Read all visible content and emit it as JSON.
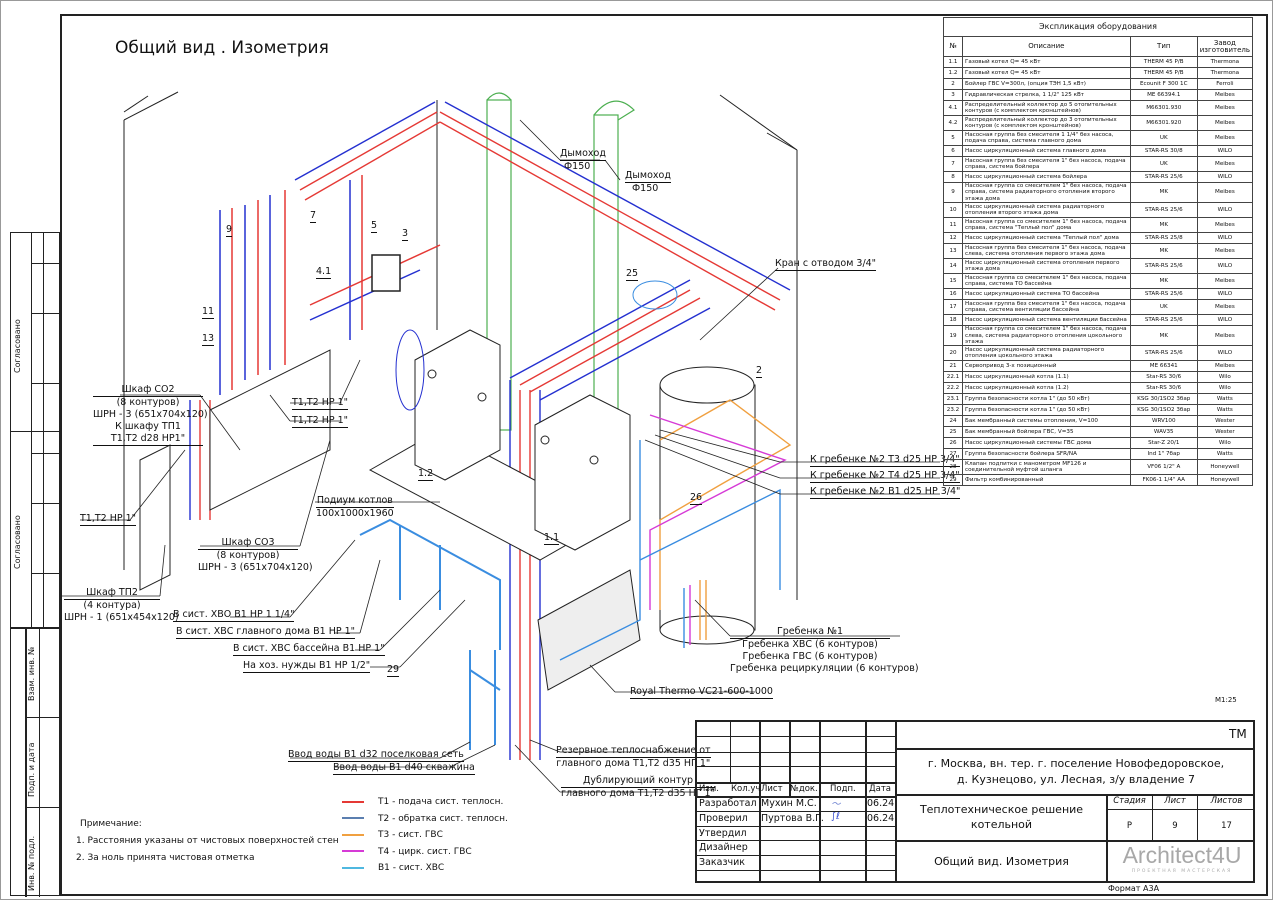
{
  "drawing": {
    "title": "Общий вид . Изометрия",
    "scale": "M1:25",
    "callouts": {
      "chimney_1": {
        "label": "Дымоход",
        "size": "Ф150"
      },
      "chimney_2": {
        "label": "Дымоход",
        "size": "Ф150"
      },
      "tap": "Кран с отводом 3/4\"",
      "cabinet_co2": [
        "Шкаф СО2",
        "(8 контуров)",
        "ШРН - 3 (651х704х120)"
      ],
      "to_cabinet_tp1": [
        "К шкафу ТП1",
        "Т1,Т2 d28 НР1\""
      ],
      "t1t2_a": "Т1,Т2 НР 1\"",
      "t1t2_b": "Т1,Т2 НР 1\"",
      "t1t2_c": "Т1,Т2 НР 1\"",
      "cabinet_co3": [
        "Шкаф СО3",
        "(8 контуров)",
        "ШРН - 3 (651х704х120)"
      ],
      "cabinet_tp2": [
        "Шкаф ТП2",
        "(4 контура)",
        "ШРН - 1 (651х454х120)"
      ],
      "podium": [
        "Подиум котлов",
        "100х1000х1960"
      ],
      "xvo": "В сист. ХВО В1 НР 1 1/4\"",
      "xvs_main": "В сист. ХВС главного дома В1 НР 1\"",
      "xvs_pool": "В сист. ХВС бассейна В1 НР 1\"",
      "household": "На хоз. нужды В1 НР 1/2\"",
      "water_in_1": "Ввод воды В1 d32 поселковая сеть",
      "water_in_2": "Ввод воды В1 d40 скважина",
      "reserve": [
        "Резервное теплоснабжение от",
        "главного дома Т1,Т2 d35 НГ 1\""
      ],
      "duplicate": [
        "Дублирующий контур",
        "главного дома Т1,Т2 d35 НГ 1\""
      ],
      "royal": "Royal Thermo VC21-600-1000",
      "manifold": [
        "Гребенка №1",
        "Гребенка ХВС (6 контуров)",
        "Гребенка ГВС (6 контуров)",
        "Гребенка рециркуляции (6 контуров)"
      ],
      "to_manifold_t3": "К гребенке №2 Т3 d25 НР 3/4\"",
      "to_manifold_t4": "К гребенке №2 Т4 d25 НР 3/4\"",
      "to_manifold_b1": "К гребенке №2 В1 d25 НР 3/4\"",
      "positions": [
        "9",
        "7",
        "5",
        "3",
        "4.1",
        "11",
        "13",
        "25",
        "2",
        "1.2",
        "1.1",
        "26",
        "29"
      ]
    }
  },
  "equipment": {
    "caption": "Экспликация оборудования",
    "headers": [
      "№",
      "Описание",
      "Тип",
      "Завод изготовитель"
    ],
    "rows": [
      [
        "1.1",
        "Газовый котел Q= 45 кВт",
        "THERM 45 P/B",
        "Thermona"
      ],
      [
        "1.2",
        "Газовый котел Q= 45 кВт",
        "THERM 45 P/B",
        "Thermona"
      ],
      [
        "2",
        "Бойлер ГВС V=300л, (опция ТЭН 1,5 кВт)",
        "Ecounit F 300 1C",
        "Ferroli"
      ],
      [
        "3",
        "Гидравлическая стрелка, 1 1/2\" 125 кВт",
        "ME 66394.1",
        "Meibes"
      ],
      [
        "4.1",
        "Распределительный коллектор до 5 отопительных контуров (с комплектом кронштейнов)",
        "M66301.930",
        "Meibes"
      ],
      [
        "4.2",
        "Распределительный коллектор до 3 отопительных контуров (с комплектом кронштейнов)",
        "M66301.920",
        "Meibes"
      ],
      [
        "5",
        "Насосная группа без смесителя 1 1/4\" без насоса, подача справа, система главного дома",
        "UK",
        "Meibes"
      ],
      [
        "6",
        "Насос циркуляционный система главного дома",
        "STAR-RS 30/8",
        "WILO"
      ],
      [
        "7",
        "Насосная группа без смесителя 1\" без насоса, подача справа, система бойлера",
        "UK",
        "Meibes"
      ],
      [
        "8",
        "Насос циркуляционный система бойлера",
        "STAR-RS 25/6",
        "WILO"
      ],
      [
        "9",
        "Насосная группа со смесителем 1\" без насоса, подача справа, система радиаторного отопления второго этажа дома",
        "MK",
        "Meibes"
      ],
      [
        "10",
        "Насос циркуляционный система радиаторного отопления второго этажа дома",
        "STAR-RS 25/6",
        "WILO"
      ],
      [
        "11",
        "Насосная группа со смесителем 1\" без насоса, подача справа, система \"Теплый пол\" дома",
        "MK",
        "Meibes"
      ],
      [
        "12",
        "Насос циркуляционный система \"Теплый пол\" дома",
        "STAR-RS 25/8",
        "WILO"
      ],
      [
        "13",
        "Насосная группа без смесителя 1\" без насоса, подача слева, система отопления первого этажа дома",
        "MK",
        "Meibes"
      ],
      [
        "14",
        "Насос циркуляционный система отопления первого этажа дома",
        "STAR-RS 25/6",
        "WILO"
      ],
      [
        "15",
        "Насосная группа со смесителем 1\" без насоса, подача справа, система ТО бассейна",
        "MK",
        "Meibes"
      ],
      [
        "16",
        "Насос циркуляционный система ТО бассейна",
        "STAR-RS 25/6",
        "WILO"
      ],
      [
        "17",
        "Насосная группа без смесителя 1\" без насоса, подача справа, система вентиляции бассейна",
        "UK",
        "Meibes"
      ],
      [
        "18",
        "Насос циркуляционный система вентиляции бассейна",
        "STAR-RS 25/6",
        "WILO"
      ],
      [
        "19",
        "Насосная группа со смесителем 1\" без насоса, подача слева, система радиаторного отопления цокольного этажа",
        "MK",
        "Meibes"
      ],
      [
        "20",
        "Насос циркуляционный система радиаторного отопления цокольного этажа",
        "STAR-RS 25/6",
        "WILO"
      ],
      [
        "21",
        "Сервопривод 3-х позиционный",
        "ME 66341",
        "Meibes"
      ],
      [
        "22.1",
        "Насос циркуляционный котла (1.1)",
        "Star-RS 30/6",
        "Wilo"
      ],
      [
        "22.2",
        "Насос циркуляционный котла (1.2)",
        "Star-RS 30/6",
        "Wilo"
      ],
      [
        "23.1",
        "Группа безопасности котла 1\" (до 50 кВт)",
        "KSG 30/1SO2 3бар",
        "Watts"
      ],
      [
        "23.2",
        "Группа безопасности котла 1\" (до 50 кВт)",
        "KSG 30/1SO2 3бар",
        "Watts"
      ],
      [
        "24",
        "Бак мембранный системы отопления, V=100",
        "WRV100",
        "Wester"
      ],
      [
        "25",
        "Бак мембранный бойлера ГВС, V=35",
        "WAV35",
        "Wester"
      ],
      [
        "26",
        "Насос циркуляционный системы ГВС дома",
        "Star-Z 20/1",
        "Wilo"
      ],
      [
        "27",
        "Группа безопасности бойлера SFR/NA",
        "Ind 1\" 7бар",
        "Watts"
      ],
      [
        "28",
        "Клапан подпитки с манометром MF126 и соединительной муфтой шланга",
        "VF06 1/2\" A",
        "Honeywell"
      ],
      [
        "29",
        "Фильтр комбинированный",
        "FK06-1 1/4\" AA",
        "Honeywell"
      ]
    ]
  },
  "notes": {
    "heading": "Примечание:",
    "items": [
      "1. Расстояния указаны от чистовых поверхностей стен",
      "2. За ноль принята чистовая отметка"
    ]
  },
  "legend": [
    {
      "label": "Т1 - подача сист. теплосн.",
      "color": "#e53935"
    },
    {
      "label": "Т2 - обратка сист. теплосн.",
      "color": "#5b7fb0"
    },
    {
      "label": "Т3 - сист. ГВС",
      "color": "#f0a040"
    },
    {
      "label": "Т4 - цирк. сист. ГВС",
      "color": "#d63ad6"
    },
    {
      "label": "В1 - сист. ХВС",
      "color": "#4fb8e0"
    }
  ],
  "colors": {
    "t1": "#e53935",
    "t2": "#2430d0",
    "t3": "#f0a040",
    "t4": "#d63ad6",
    "b1": "#3a8de0",
    "chimney": "#4caf50"
  },
  "side_stamp": {
    "agreed_1": "Согласовано",
    "agreed_2": "Согласовано",
    "inv_replace": "Взам. инв. №",
    "sign_date": "Подп. и дата",
    "inv_orig": "Инв. № подл."
  },
  "title_block": {
    "code": "ТМ",
    "address": [
      "г. Москва, вн. тер. г. поселение Новофедоровское,",
      "д. Кузнецово, ул. Лесная, з/у владение 7"
    ],
    "project": [
      "Теплотехническое решение",
      "котельной"
    ],
    "sheet_title": "Общий вид. Изометрия",
    "headers": {
      "izm": "Изм.",
      "kol": "Кол.уч",
      "list": "Лист",
      "ndoc": "№док.",
      "podp": "Подп.",
      "date": "Дата"
    },
    "roles": [
      {
        "role": "Разработал",
        "name": "Мухин М.С.",
        "date": "06.24"
      },
      {
        "role": "Проверил",
        "name": "Пуртова В.Г.",
        "date": "06.24"
      },
      {
        "role": "Утвердил",
        "name": "",
        "date": ""
      },
      {
        "role": "Дизайнер",
        "name": "",
        "date": ""
      },
      {
        "role": "Заказчик",
        "name": "",
        "date": ""
      }
    ],
    "stage_label": "Стадия",
    "stage": "Р",
    "sheet_label": "Лист",
    "sheet": "9",
    "sheets_label": "Листов",
    "sheets": "17",
    "logo": "Architect4U",
    "logo_sub": "ПРОЕКТНАЯ МАСТЕРСКАЯ",
    "format": "Формат А3А"
  }
}
